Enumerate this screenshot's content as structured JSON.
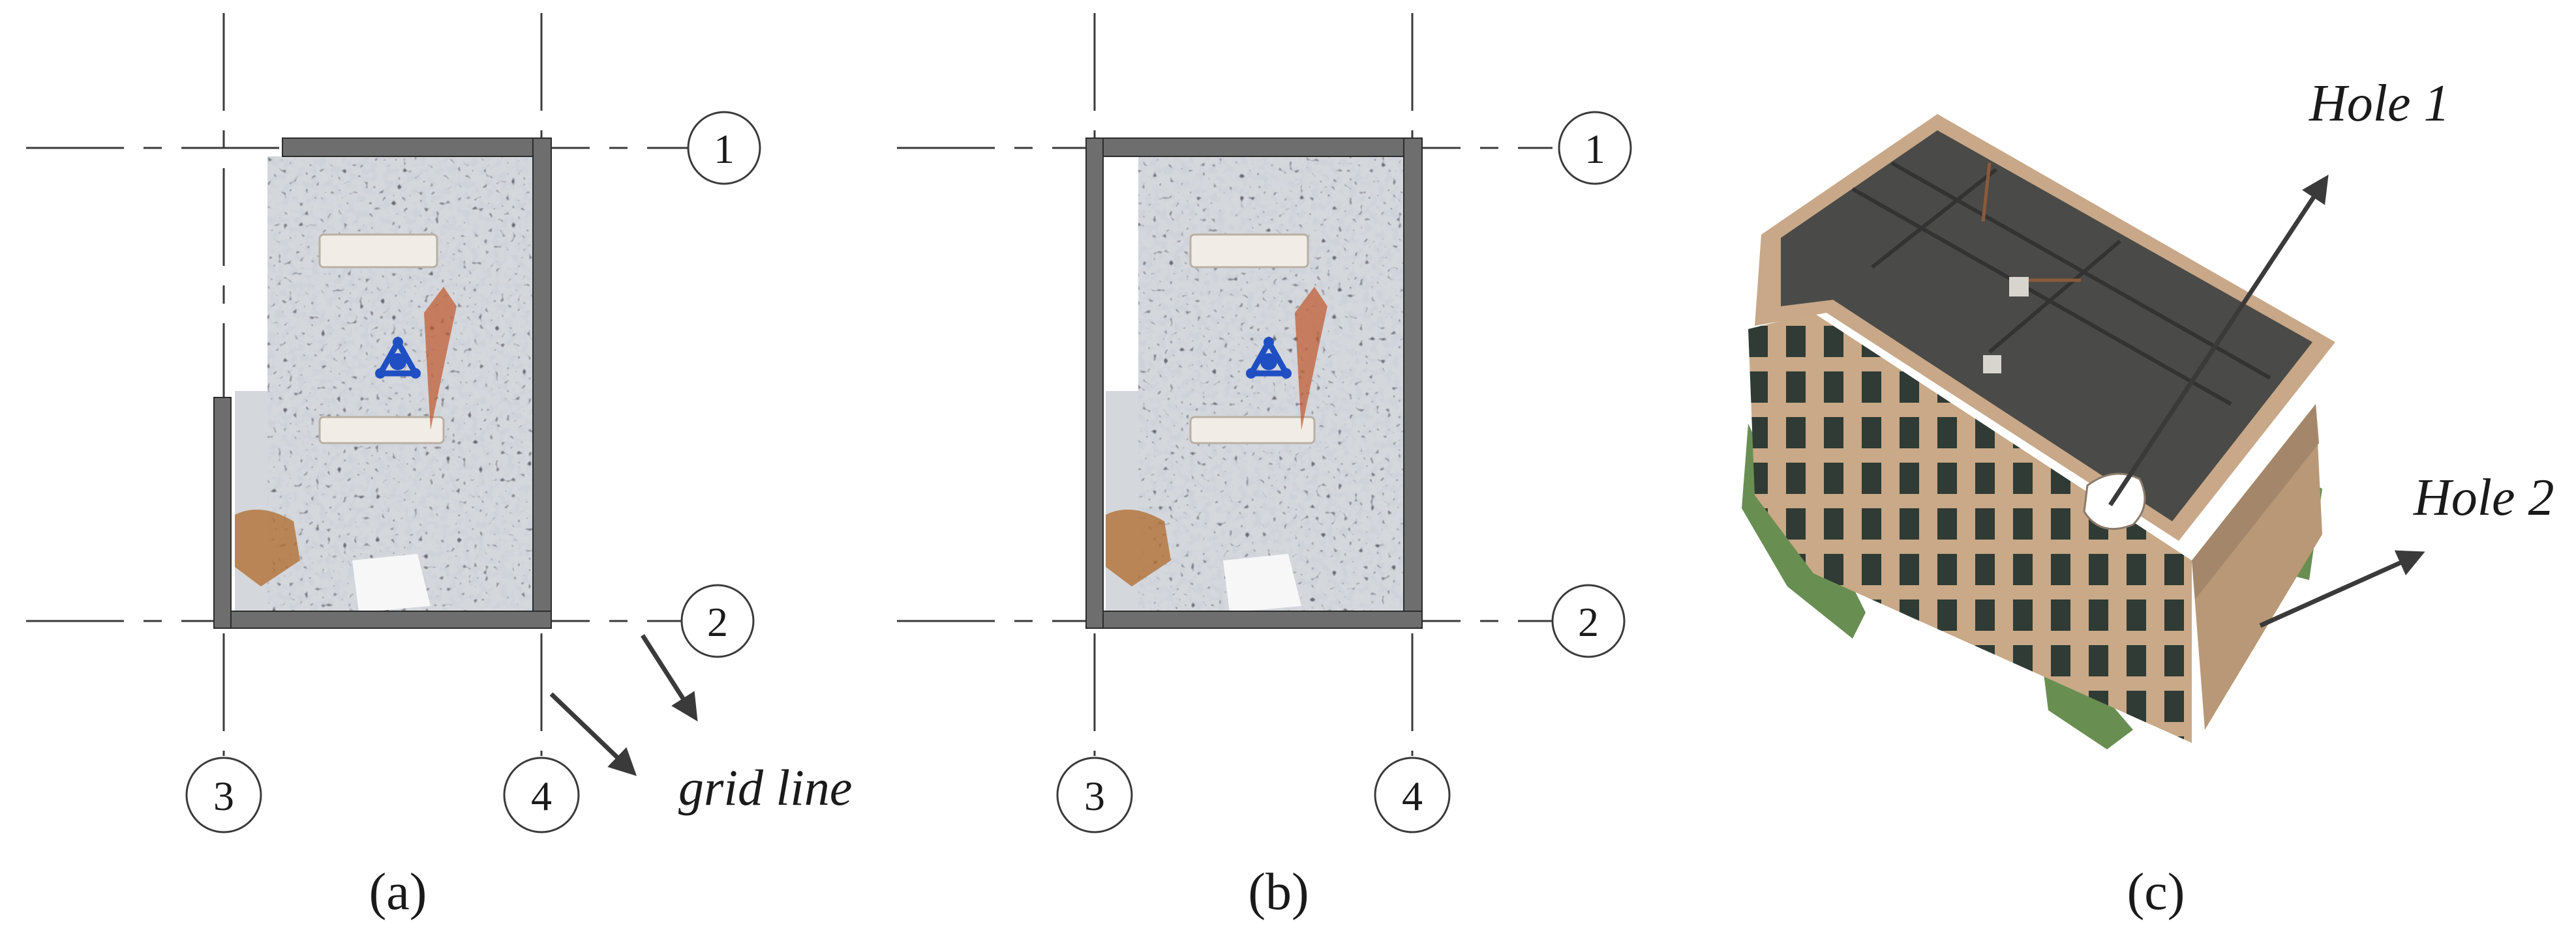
{
  "panels": {
    "a": {
      "caption": "(a)",
      "grid_bubbles": {
        "g1": "1",
        "g2": "2",
        "g3": "3",
        "g4": "4"
      },
      "annotation": "grid line"
    },
    "b": {
      "caption": "(b)",
      "grid_bubbles": {
        "g1": "1",
        "g2": "2",
        "g3": "3",
        "g4": "4"
      }
    },
    "c": {
      "caption": "(c)",
      "annotations": {
        "hole1": "Hole 1",
        "hole2": "Hole 2"
      }
    }
  },
  "colors": {
    "wall": "#6e6e6e",
    "gridline": "#3a3a3a",
    "pointcloud_base": "#c9ccd0",
    "scanner_marker": "#1f4fc2",
    "facade": "#c8a888",
    "roof": "#4a4a48"
  },
  "icons": {
    "scanner_marker": "scanner-station-icon",
    "arrows": "arrow-icon"
  }
}
